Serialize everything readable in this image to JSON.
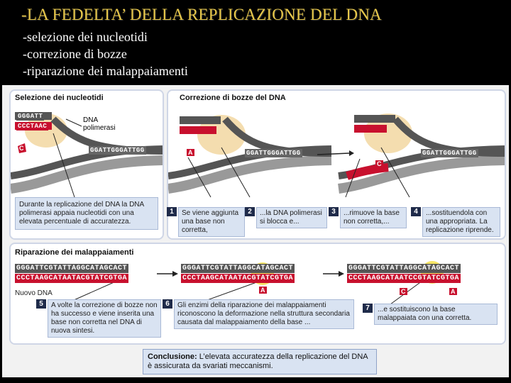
{
  "slide": {
    "title": "-LA FEDELTA’ DELLA REPLICAZIONE DEL DNA",
    "bullets": [
      "-selezione dei nucleotidi",
      "-correzione di bozze",
      "-riparazione dei malappaiamenti"
    ]
  },
  "figure": {
    "panel1": {
      "title": "Selezione dei nucleotidi",
      "strand_top": "GGGATT",
      "strand_bot": "CCCTAAC",
      "top_cont": "GGATTGGGATTGG",
      "label_polymerase": "DNA\npolimerasi",
      "base_c": "C",
      "caption": "Durante la replicazione del DNA la DNA polimerasi appaia nucleotidi con una elevata percentuale di accuratezza."
    },
    "panel2": {
      "title": "Correzione di bozze del DNA",
      "base_a": "A",
      "base_c": "C",
      "top_cont_a": "GGATTGGGATTGG",
      "top_cont_b": "GGATTGGGATTGG",
      "step1": {
        "num": "1",
        "text": "Se viene aggiunta una base non corretta,"
      },
      "step2": {
        "num": "2",
        "text": "...la DNA polimerasi si blocca e..."
      },
      "step3": {
        "num": "3",
        "text": "...rimuove la base non corretta,..."
      },
      "step4": {
        "num": "4",
        "text": "...sostituendola con una appropriata. La replicazione riprende."
      }
    },
    "panel3": {
      "title": "Riparazione dei malappaiamenti",
      "seq1_top": "GGGATTCGTATTAGGCATAGCACT",
      "seq1_bot": "CCCTAAGCATAATACGTATCGTGA",
      "seq2_top": "GGGATTCGTATTAGGCATAGCACT",
      "seq2_bot": "CCCTAAGCATAATACGTATCGTGA",
      "seq3_top": "GGGATTCGTATTAGGCATAGCACT",
      "seq3_bot": "CCCTAAGCATAATCCGTATCGTGA",
      "new_dna": "Nuovo DNA",
      "base_a": "A",
      "base_c": "C",
      "step5": {
        "num": "5",
        "text": "A volte la correzione di bozze non ha successo e viene inserita una base non corretta nel DNA di nuova sintesi."
      },
      "step6": {
        "num": "6",
        "text": "Gli enzimi della riparazione dei malappaiamenti riconoscono la deformazione nella struttura secondaria causata dal malappaiamento della base ..."
      },
      "step7": {
        "num": "7",
        "text": "...e sostituiscono la base malappaiata con una corretta."
      }
    },
    "conclusion": {
      "label": "Conclusione:",
      "text": "L’elevata accuratezza della replicazione del DNA è assicurata da svariati meccanismi."
    },
    "colors": {
      "title_yellow": "#e8c84a",
      "strand_red": "#c8102e",
      "strand_grey": "#555555",
      "polymerase": "#f3d9a6",
      "highlight": "#f5e04a",
      "caption_bg": "#d9e3f2"
    }
  }
}
